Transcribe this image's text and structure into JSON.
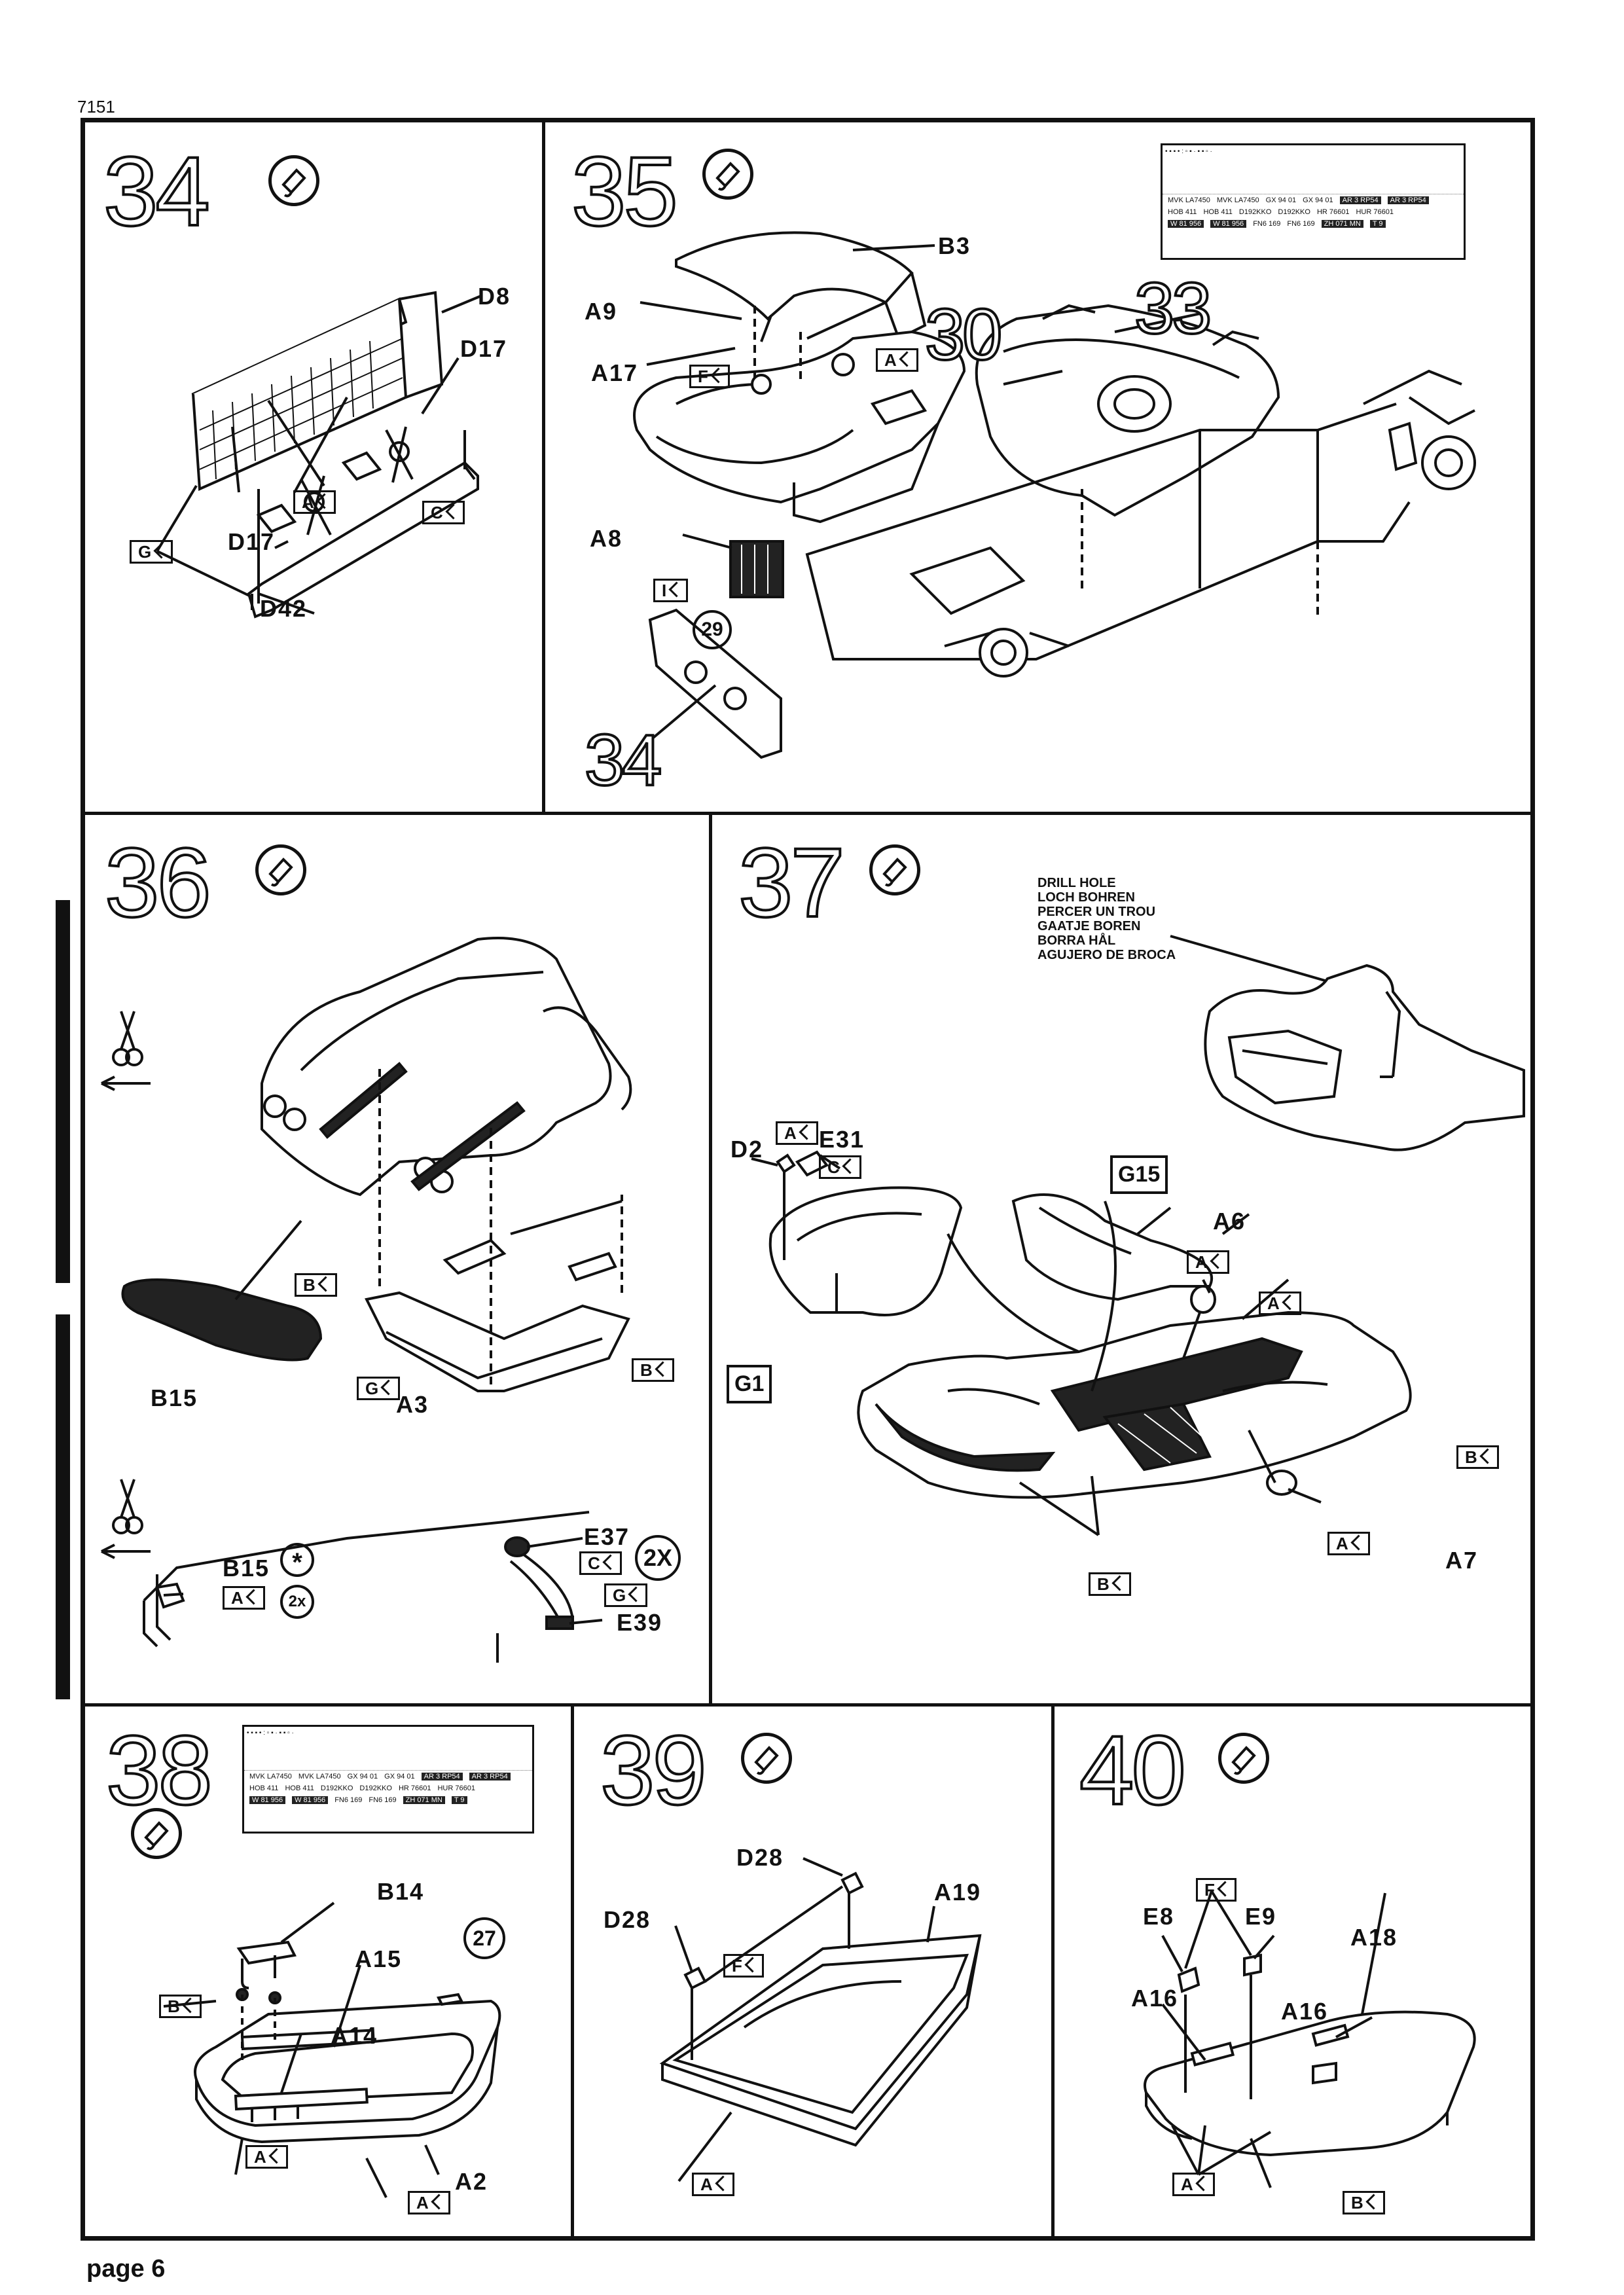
{
  "document": {
    "id": "7151",
    "page_label": "page 6"
  },
  "steps": {
    "s34": {
      "number": "34",
      "icon": "glue-icon",
      "parts": {
        "d8": "D8",
        "d17a": "D17",
        "d17b": "D17",
        "d42": "D42"
      },
      "tags": {
        "a": "A",
        "c": "C",
        "g": "G"
      }
    },
    "s35": {
      "number": "35",
      "icon": "glue-icon",
      "parts": {
        "b3": "B3",
        "a9": "A9",
        "a17": "A17",
        "a8": "A8"
      },
      "tags": {
        "a": "A",
        "f": "F",
        "i": "I"
      },
      "refs": {
        "r30": "30",
        "r33": "33",
        "r34": "34",
        "r29": "29"
      },
      "decal_rows": [
        [
          "MVK LA7450",
          "MVK LA7450",
          "GX 94 01",
          "GX 94 01",
          "AR 3 RP54",
          "AR 3 RP54"
        ],
        [
          "HOB 411",
          "HOB 411",
          "D192KKO",
          "D192KKO",
          "HR 76601",
          "HUR 76601"
        ],
        [
          "W 81 956",
          "W 81 956",
          "FN6 169",
          "FN6 169",
          "ZH 071 MN",
          "T 9"
        ]
      ]
    },
    "s36": {
      "number": "36",
      "icon": "glue-icon",
      "parts": {
        "b15a": "B15",
        "a3": "A3",
        "b15b": "B15",
        "e37": "E37",
        "e39": "E39"
      },
      "tags": {
        "b1": "B",
        "b2": "B",
        "g1": "G",
        "a": "A",
        "c": "C",
        "g2": "G"
      },
      "marks": {
        "two_x_big": "2X",
        "two_x_small": "2x",
        "asterisk": "*"
      }
    },
    "s37": {
      "number": "37",
      "icon": "glue-icon",
      "drill_lines": [
        "DRILL HOLE",
        "LOCH BOHREN",
        "PERCER UN TROU",
        "GAATJE BOREN",
        "BORRA HÅL",
        "AGUJERO DE BROCA"
      ],
      "parts": {
        "d2": "D2",
        "e31": "E31",
        "a6": "A6",
        "a7": "A7"
      },
      "tags": {
        "a1": "A",
        "c": "C",
        "a2": "A",
        "a3": "A",
        "b1": "B",
        "a4": "A",
        "b2": "B"
      },
      "boxed": {
        "g15": "G15",
        "g1": "G1"
      }
    },
    "s38": {
      "number": "38",
      "icon": "glue-icon",
      "parts": {
        "b14": "B14",
        "a15": "A15",
        "a14": "A14",
        "a2": "A2"
      },
      "tags": {
        "b": "B",
        "a1": "A",
        "a2": "A"
      },
      "refs": {
        "r27": "27"
      },
      "decal_rows": [
        [
          "MVK LA7450",
          "MVK LA7450",
          "GX 94 01",
          "GX 94 01",
          "AR 3 RP54",
          "AR 3 RP54"
        ],
        [
          "HOB 411",
          "HOB 411",
          "D192KKO",
          "D192KKO",
          "HR 76601",
          "HUR 76601"
        ],
        [
          "W 81 956",
          "W 81 956",
          "FN6 169",
          "FN6 169",
          "ZH 071 MN",
          "T 9"
        ]
      ]
    },
    "s39": {
      "number": "39",
      "icon": "glue-icon",
      "parts": {
        "d28a": "D28",
        "d28b": "D28",
        "a19": "A19"
      },
      "tags": {
        "f": "F",
        "a": "A"
      }
    },
    "s40": {
      "number": "40",
      "icon": "glue-icon",
      "parts": {
        "e8": "E8",
        "e9": "E9",
        "a18": "A18",
        "a16a": "A16",
        "a16b": "A16"
      },
      "tags": {
        "f": "F",
        "a": "A",
        "b": "B"
      }
    }
  }
}
